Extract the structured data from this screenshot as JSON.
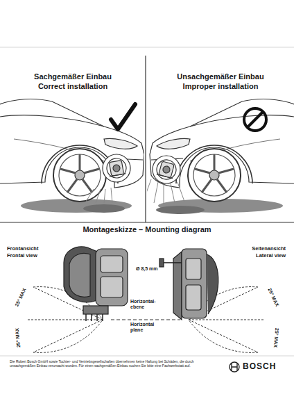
{
  "diagram": {
    "title": "Montageskizze – Mounting diagram",
    "labels": [
      "Sachgemäßer Einbau",
      "Correct installation",
      "Unsachgemäßer Einbau",
      "Improper installation",
      "Frontansicht",
      "Frontal view",
      "Ø 8,5 mm",
      "Horizontal-ebene",
      "Horizontal plane",
      "Seitenansicht",
      "Lateral view",
      "25° MAX",
      "25° MAX",
      "25° MAX",
      "25° MAX",
      "Die Robert Bosch GmbH sowie Tochter- und Vertriebsgesellschaften übernehmen keine Haftung bei Schäden, die durch unsachgemäßen Einbau verursacht wurden. Für einen sachgemäßen Einbau suchen Sie bitte eine Fachwerkstatt auf.",
      "BOSCH"
    ]
  }
}
